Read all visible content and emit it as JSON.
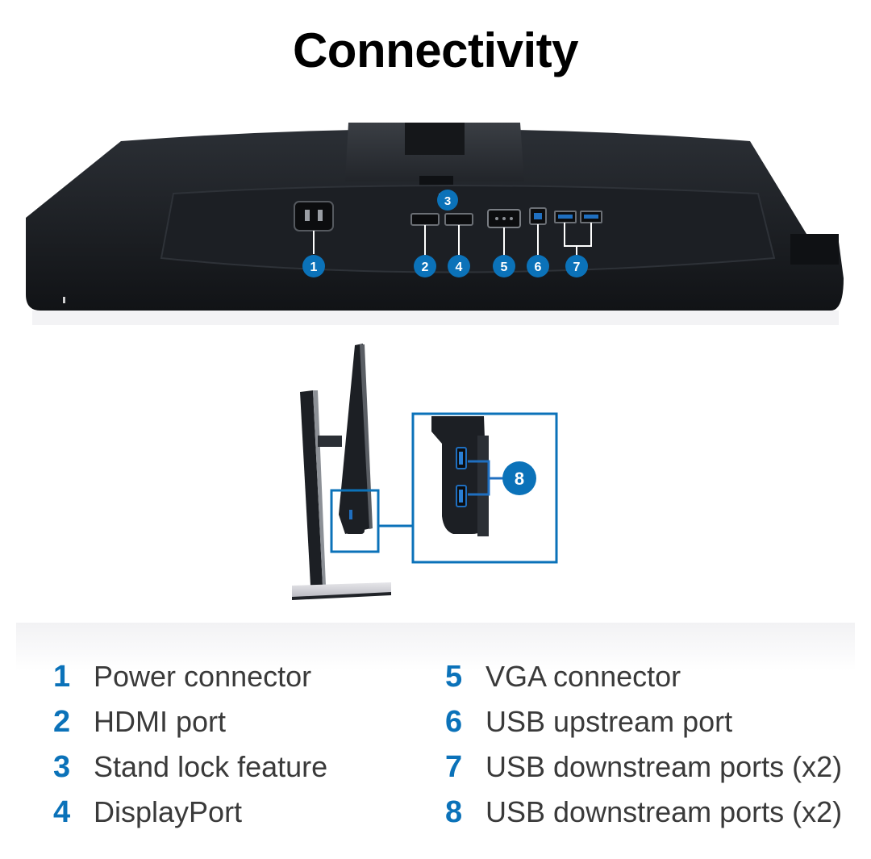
{
  "title": "Connectivity",
  "colors": {
    "accent": "#0b72b9",
    "monitor_body": "#1a1d22",
    "callout_line": "#ffffff",
    "text": "#3a3a3a"
  },
  "callouts": [
    {
      "num": "1",
      "label": "Power connector"
    },
    {
      "num": "2",
      "label": "HDMI port"
    },
    {
      "num": "3",
      "label": "Stand lock feature"
    },
    {
      "num": "4",
      "label": "DisplayPort"
    },
    {
      "num": "5",
      "label": "VGA connector"
    },
    {
      "num": "6",
      "label": "USB upstream port"
    },
    {
      "num": "7",
      "label": "USB downstream ports (x2)"
    },
    {
      "num": "8",
      "label": "USB downstream ports (x2)"
    }
  ]
}
